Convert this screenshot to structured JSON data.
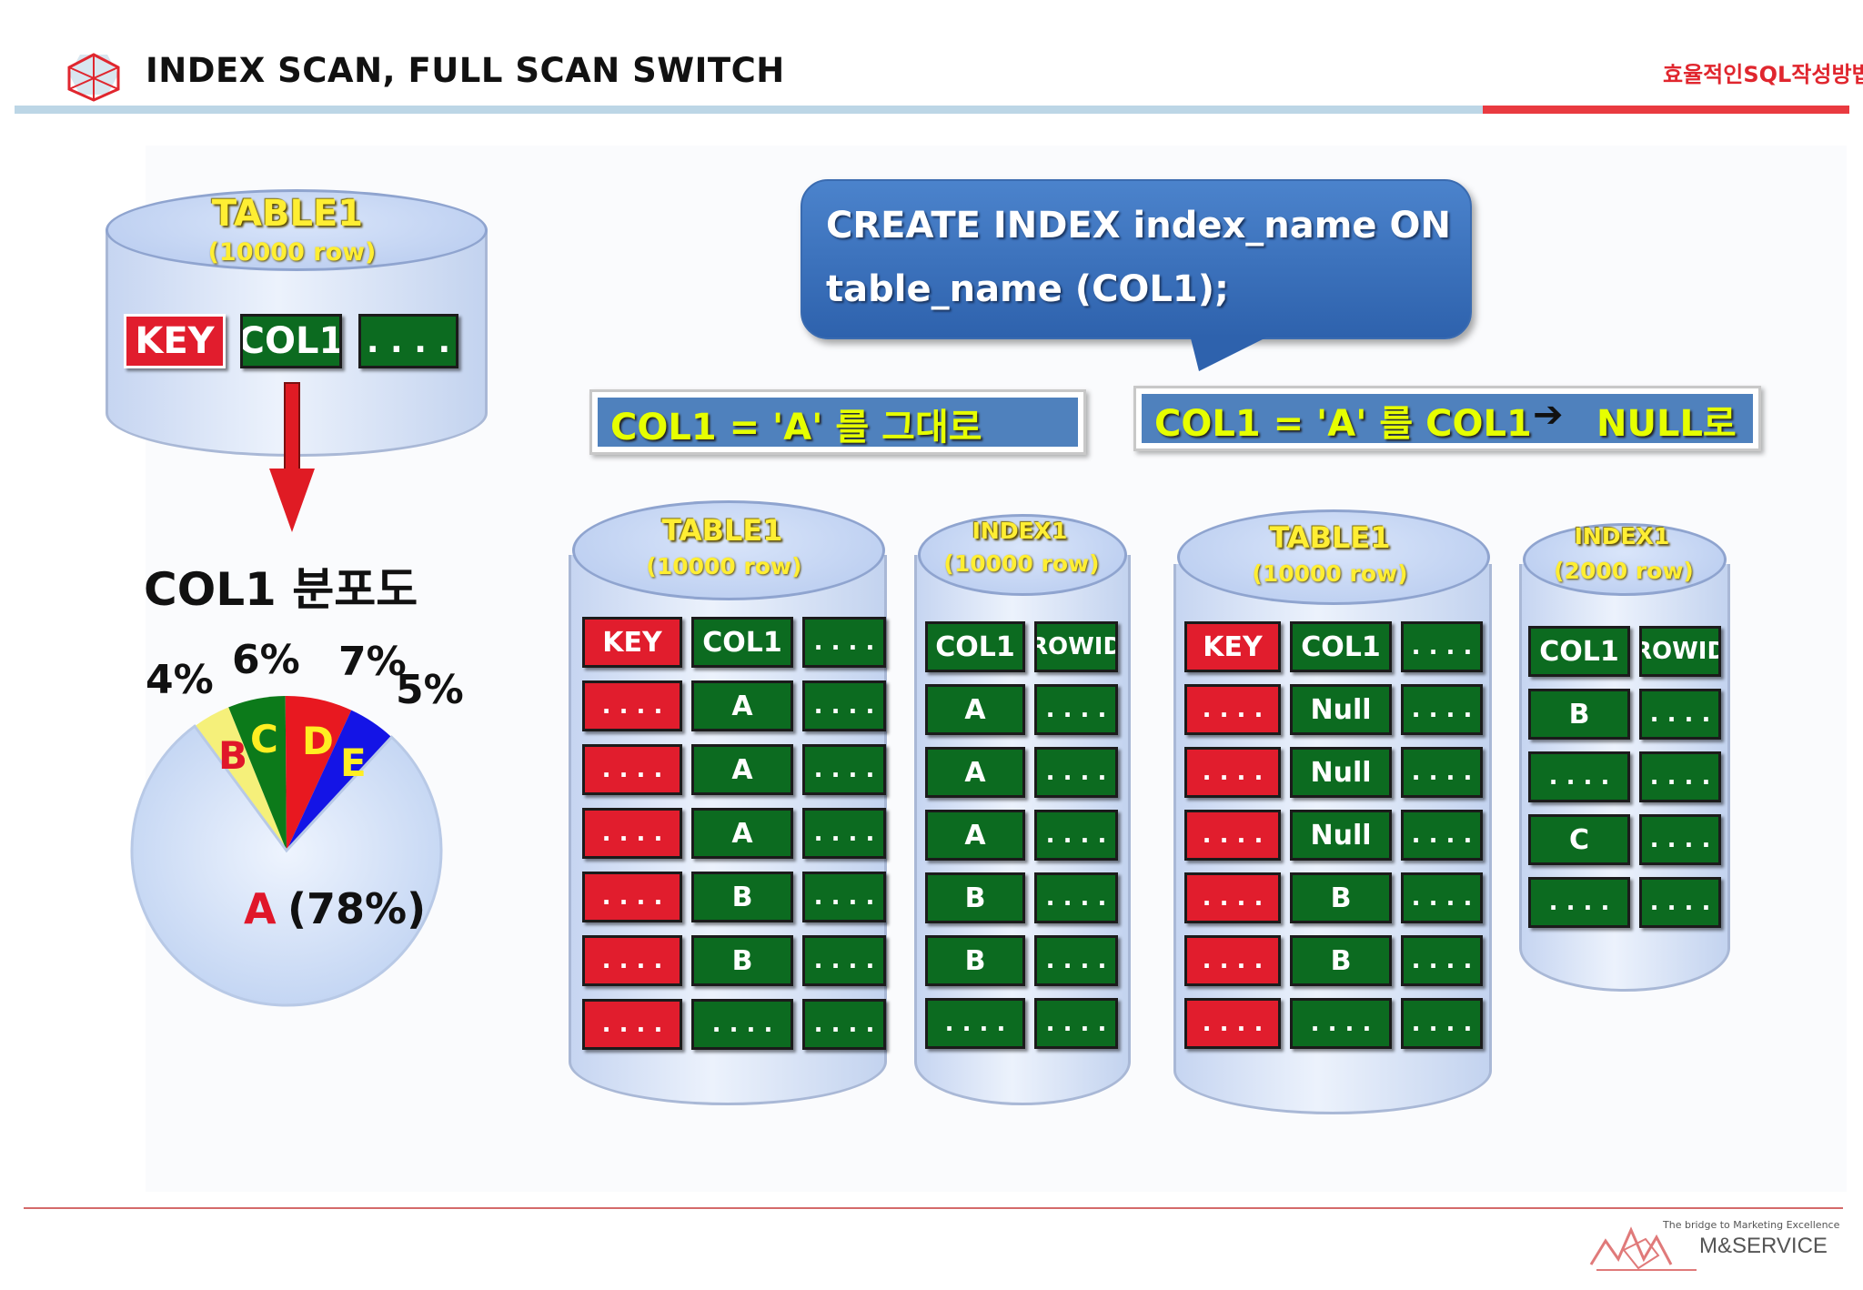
{
  "header": {
    "title": "INDEX SCAN, FULL SCAN SWITCH",
    "right_text": "효율적인SQL작성방법"
  },
  "source_table": {
    "title": "TABLE1",
    "subtitle": "(10000 row)",
    "columns": [
      "KEY",
      "COL1",
      ". . . ."
    ]
  },
  "distribution": {
    "title": "COL1 분포도",
    "slices": [
      {
        "label": "A",
        "percent": 78,
        "display": "(78%)",
        "color": "#dbe7fb"
      },
      {
        "label": "B",
        "percent": 4,
        "display": "4%",
        "color": "#f5f07a"
      },
      {
        "label": "C",
        "percent": 6,
        "display": "6%",
        "color": "#0c7a1a"
      },
      {
        "label": "D",
        "percent": 7,
        "display": "7%",
        "color": "#e81820"
      },
      {
        "label": "E",
        "percent": 5,
        "display": "5%",
        "color": "#1414e6"
      }
    ]
  },
  "callout": {
    "line1": "CREATE INDEX index_name ON",
    "line2": "table_name (COL1);"
  },
  "banners": {
    "left": "COL1 = 'A'  를 그대로",
    "right_prefix": "COL1 = 'A'  를 COL1",
    "right_arrow": "➔",
    "right_suffix": "NULL로"
  },
  "cylinders": [
    {
      "title": "TABLE1",
      "subtitle": "(10000 row)",
      "header": [
        "KEY",
        "COL1",
        ". . . ."
      ],
      "rows": [
        [
          ". . . .",
          "A",
          ". . . ."
        ],
        [
          ". . . .",
          "A",
          ". . . ."
        ],
        [
          ". . . .",
          "A",
          ". . . ."
        ],
        [
          ". . . .",
          "B",
          ". . . ."
        ],
        [
          ". . . .",
          "B",
          ". . . ."
        ],
        [
          ". . . .",
          ". . . .",
          ". . . ."
        ]
      ]
    },
    {
      "title": "INDEX1",
      "subtitle": "(10000 row)",
      "header": [
        "COL1",
        "ROWID"
      ],
      "rows": [
        [
          "A",
          ". . . ."
        ],
        [
          "A",
          ". . . ."
        ],
        [
          "A",
          ". . . ."
        ],
        [
          "B",
          ". . . ."
        ],
        [
          "B",
          ". . . ."
        ],
        [
          ". . . .",
          ". . . ."
        ]
      ]
    },
    {
      "title": "TABLE1",
      "subtitle": "(10000 row)",
      "header": [
        "KEY",
        "COL1",
        ". . . ."
      ],
      "rows": [
        [
          ". . . .",
          "Null",
          ". . . ."
        ],
        [
          ". . . .",
          "Null",
          ". . . ."
        ],
        [
          ". . . .",
          "Null",
          ". . . ."
        ],
        [
          ". . . .",
          "B",
          ". . . ."
        ],
        [
          ". . . .",
          "B",
          ". . . ."
        ],
        [
          ". . . .",
          ". . . .",
          ". . . ."
        ]
      ]
    },
    {
      "title": "INDEX1",
      "subtitle": "(2000 row)",
      "header": [
        "COL1",
        "ROWID"
      ],
      "rows": [
        [
          "B",
          ". . . ."
        ],
        [
          ". . . .",
          ". . . ."
        ],
        [
          "C",
          ". . . ."
        ],
        [
          ". . . .",
          ". . . ."
        ]
      ]
    }
  ],
  "footer": {
    "tagline": "The bridge to Marketing Excellence",
    "brand": "M&SERVICE"
  }
}
